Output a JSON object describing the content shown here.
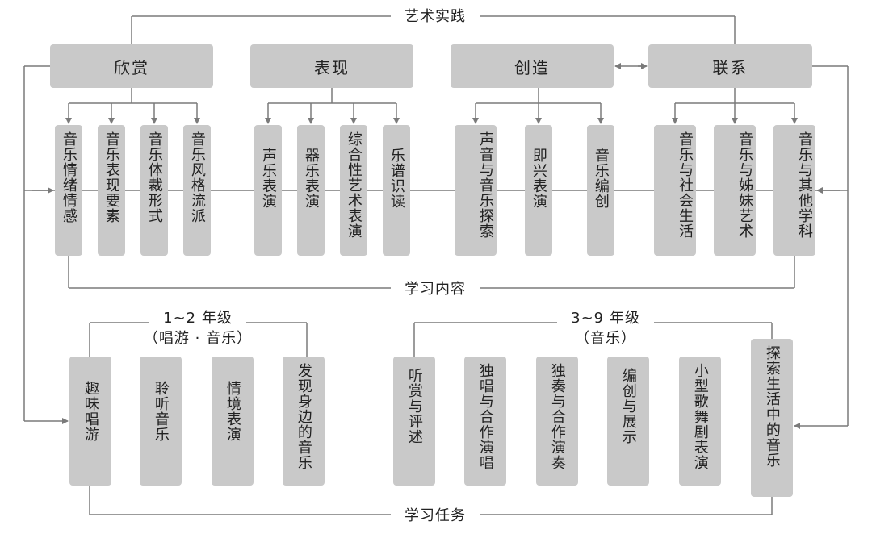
{
  "top_label": "艺术实践",
  "content_label": "学习内容",
  "task_label": "学习任务",
  "categories": {
    "appreciation": "欣赏",
    "performance": "表现",
    "creation": "创造",
    "connection": "联系"
  },
  "content_items": {
    "c1": "音乐情绪情感",
    "c2": "音乐表现要素",
    "c3": "音乐体裁形式",
    "c4": "音乐风格流派",
    "c5": "声乐表演",
    "c6": "器乐表演",
    "c7": "综合性艺术表演",
    "c8": "乐谱识读",
    "c9": "声音与音乐探索",
    "c10": "即兴表演",
    "c11": "音乐编创",
    "c12": "音乐与社会生活",
    "c13": "音乐与姊妹艺术",
    "c14": "音乐与其他学科"
  },
  "grades": {
    "lower_title": "1~2 年级",
    "lower_subtitle": "（唱游 · 音乐）",
    "upper_title": "3~9 年级",
    "upper_subtitle": "（音乐）"
  },
  "tasks": {
    "t1": "趣味唱游",
    "t2": "聆听音乐",
    "t3": "情境表演",
    "t4": "发现身边的音乐",
    "t5": "听赏与评述",
    "t6": "独唱与合作演唱",
    "t7": "独奏与合作演奏",
    "t8": "编创与展示",
    "t9": "小型歌舞剧表演",
    "t10": "探索生活中的音乐"
  }
}
